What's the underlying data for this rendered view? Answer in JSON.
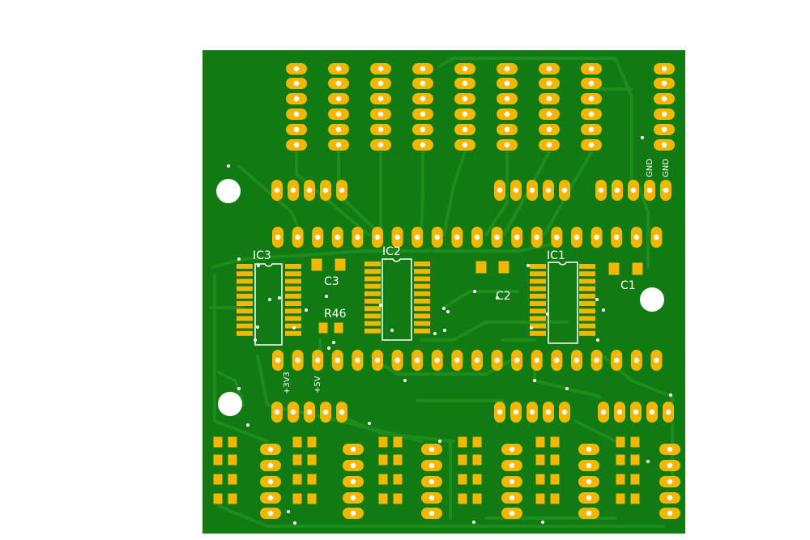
{
  "board": {
    "colors": {
      "background": "#ffffff",
      "copper": "#127a12",
      "trace": "#1c8c1c",
      "pad": "#f2b705",
      "drill": "#ffffff",
      "silkscreen": "#ffffff"
    }
  },
  "labels": {
    "ic1": "IC1",
    "ic2": "IC2",
    "ic3": "IC3",
    "c1": "C1",
    "c2": "C2",
    "c3": "C3",
    "r46": "R46",
    "v33": "+3V3",
    "v5": "+5V",
    "gnd1": "GND",
    "gnd2": "GND"
  },
  "icons": {
    "mounting_hole": "mounting-hole-icon",
    "via": "via-icon"
  }
}
